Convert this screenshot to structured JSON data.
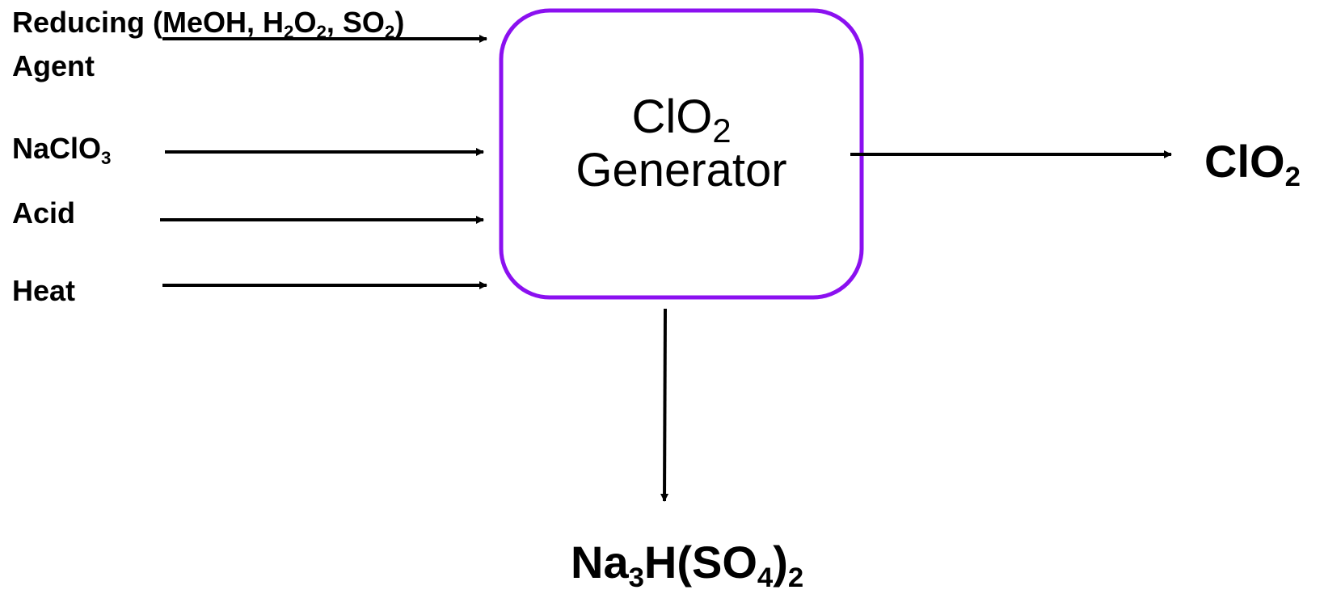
{
  "inputs": {
    "reducing": {
      "line1_prefix": "Reducing (MeOH, H",
      "h2o2_sub1": "2",
      "h2o2_mid": "O",
      "h2o2_sub2": "2",
      "so2_prefix": ", SO",
      "so2_sub": "2",
      "line1_suffix": ")",
      "line2": "Agent"
    },
    "chlorate": {
      "base": "NaClO",
      "sub": "3"
    },
    "acid": {
      "label": "Acid"
    },
    "heat": {
      "label": "Heat"
    }
  },
  "generator": {
    "line1_base": "ClO",
    "line1_sub": "2",
    "line2": "Generator",
    "border_color": "#8b10f0"
  },
  "outputs": {
    "clo2": {
      "base": "ClO",
      "sub": "2"
    },
    "byproduct": {
      "p1": "Na",
      "s1": "3",
      "p2": "H(SO",
      "s2": "4",
      "p3": ")",
      "s3": "2"
    }
  },
  "colors": {
    "arrow": "#000000",
    "text": "#000000"
  }
}
